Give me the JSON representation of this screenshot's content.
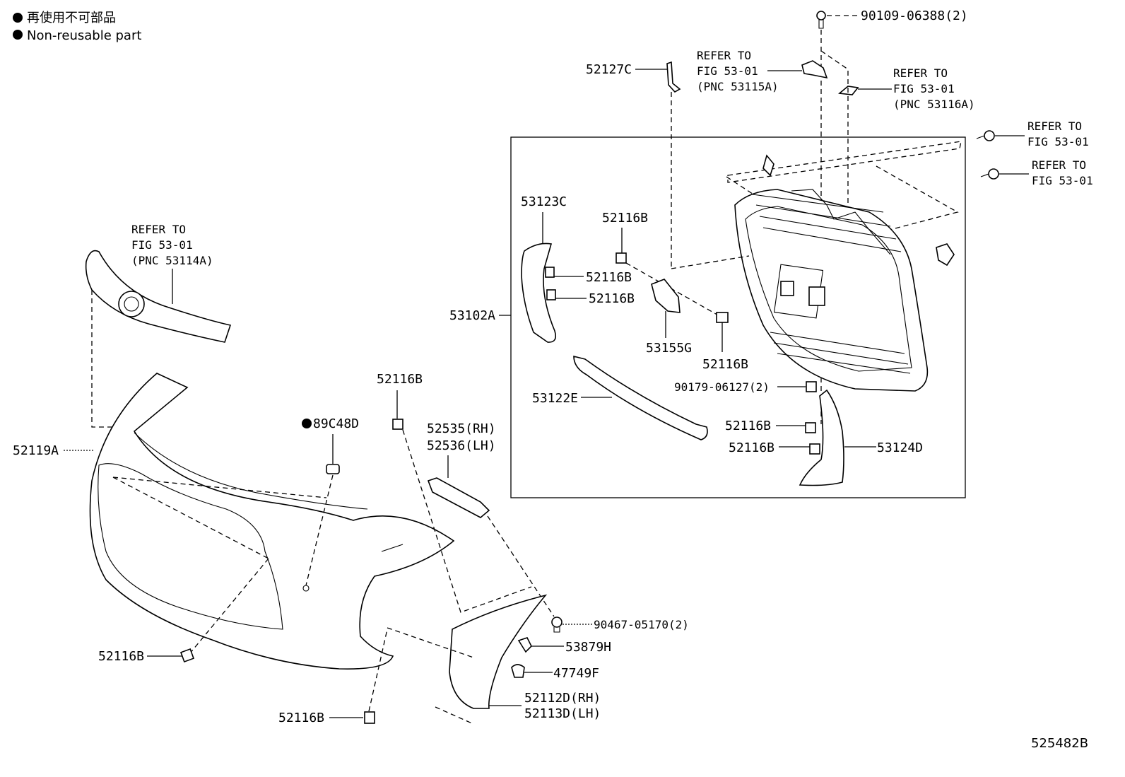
{
  "legend": {
    "line_jp": "再使用不可部品",
    "line_en": "Non-reusable part"
  },
  "diagram_id": "525482B",
  "refer": {
    "r53115": [
      "REFER TO",
      "FIG 53-01",
      "(PNC 53115A)"
    ],
    "r53116": [
      "REFER TO",
      "FIG 53-01",
      "(PNC 53116A)"
    ],
    "r53114": [
      "REFER TO",
      "FIG 53-01",
      "(PNC 53114A)"
    ],
    "rbolt1": [
      "REFER TO",
      "FIG 53-01"
    ],
    "rbolt2": [
      "REFER TO",
      "FIG 53-01"
    ]
  },
  "parts": {
    "p90109": "90109-06388(2)",
    "p52127c": "52127C",
    "p53123c": "53123C",
    "p52116b_top": "52116B",
    "p52116b_a": "52116B",
    "p52116b_b": "52116B",
    "p53102a": "53102A",
    "p53155g": "53155G",
    "p52116b_c": "52116B",
    "p90179": "90179-06127(2)",
    "p53122e": "53122E",
    "p52116b_d": "52116B",
    "p52116b_e": "52116B",
    "p53124d": "53124D",
    "p52116b_mid": "52116B",
    "p89c48d": "89C48D",
    "p52535": "52535(RH)",
    "p52536": "52536(LH)",
    "p52119a": "52119A",
    "p90467": "90467-05170(2)",
    "p53879h": "53879H",
    "p47749f": "47749F",
    "p52112d": "52112D(RH)",
    "p52113d": "52113D(LH)",
    "p52116b_left": "52116B",
    "p52116b_bottom": "52116B"
  }
}
